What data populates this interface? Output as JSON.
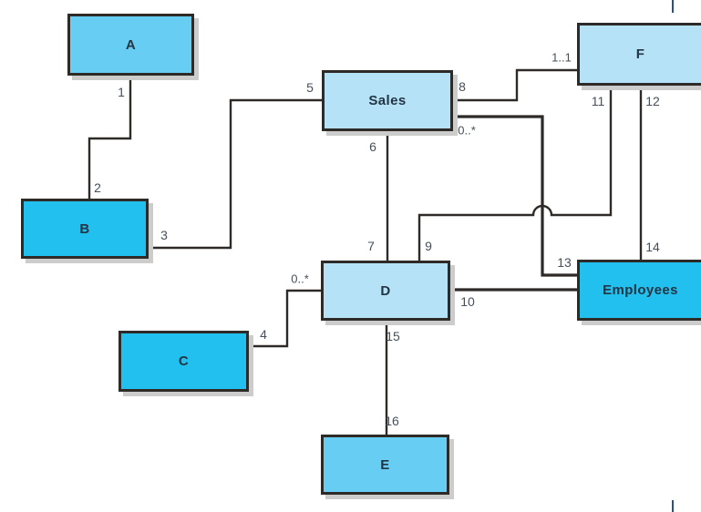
{
  "diagram": {
    "boxes": [
      {
        "id": "A",
        "label": "A"
      },
      {
        "id": "B",
        "label": "B"
      },
      {
        "id": "C",
        "label": "C"
      },
      {
        "id": "Sales",
        "label": "Sales"
      },
      {
        "id": "D",
        "label": "D"
      },
      {
        "id": "E",
        "label": "E"
      },
      {
        "id": "F",
        "label": "F"
      },
      {
        "id": "Employees",
        "label": "Employees"
      }
    ],
    "connector_labels": [
      {
        "id": "1",
        "text": "1"
      },
      {
        "id": "2",
        "text": "2"
      },
      {
        "id": "3",
        "text": "3"
      },
      {
        "id": "4",
        "text": "4"
      },
      {
        "id": "5",
        "text": "5"
      },
      {
        "id": "6",
        "text": "6"
      },
      {
        "id": "7",
        "text": "7"
      },
      {
        "id": "8",
        "text": "8"
      },
      {
        "id": "9",
        "text": "9"
      },
      {
        "id": "10",
        "text": "10"
      },
      {
        "id": "11",
        "text": "11"
      },
      {
        "id": "12",
        "text": "12"
      },
      {
        "id": "13",
        "text": "13"
      },
      {
        "id": "14",
        "text": "14"
      },
      {
        "id": "15",
        "text": "15"
      },
      {
        "id": "16",
        "text": "16"
      }
    ],
    "multiplicities": [
      {
        "id": "sales-many",
        "text": "0..*"
      },
      {
        "id": "f-one",
        "text": "1..1"
      },
      {
        "id": "d-many",
        "text": "0..*"
      }
    ],
    "colors": {
      "box_pale": "#b5e2f7",
      "box_mid": "#67cdf3",
      "box_vivid": "#22c0ef",
      "line": "#2d2a27",
      "label_text": "#46505a",
      "box_text": "#223544",
      "shadow": "#cccccc",
      "edge_mark": "#1d568c"
    }
  }
}
